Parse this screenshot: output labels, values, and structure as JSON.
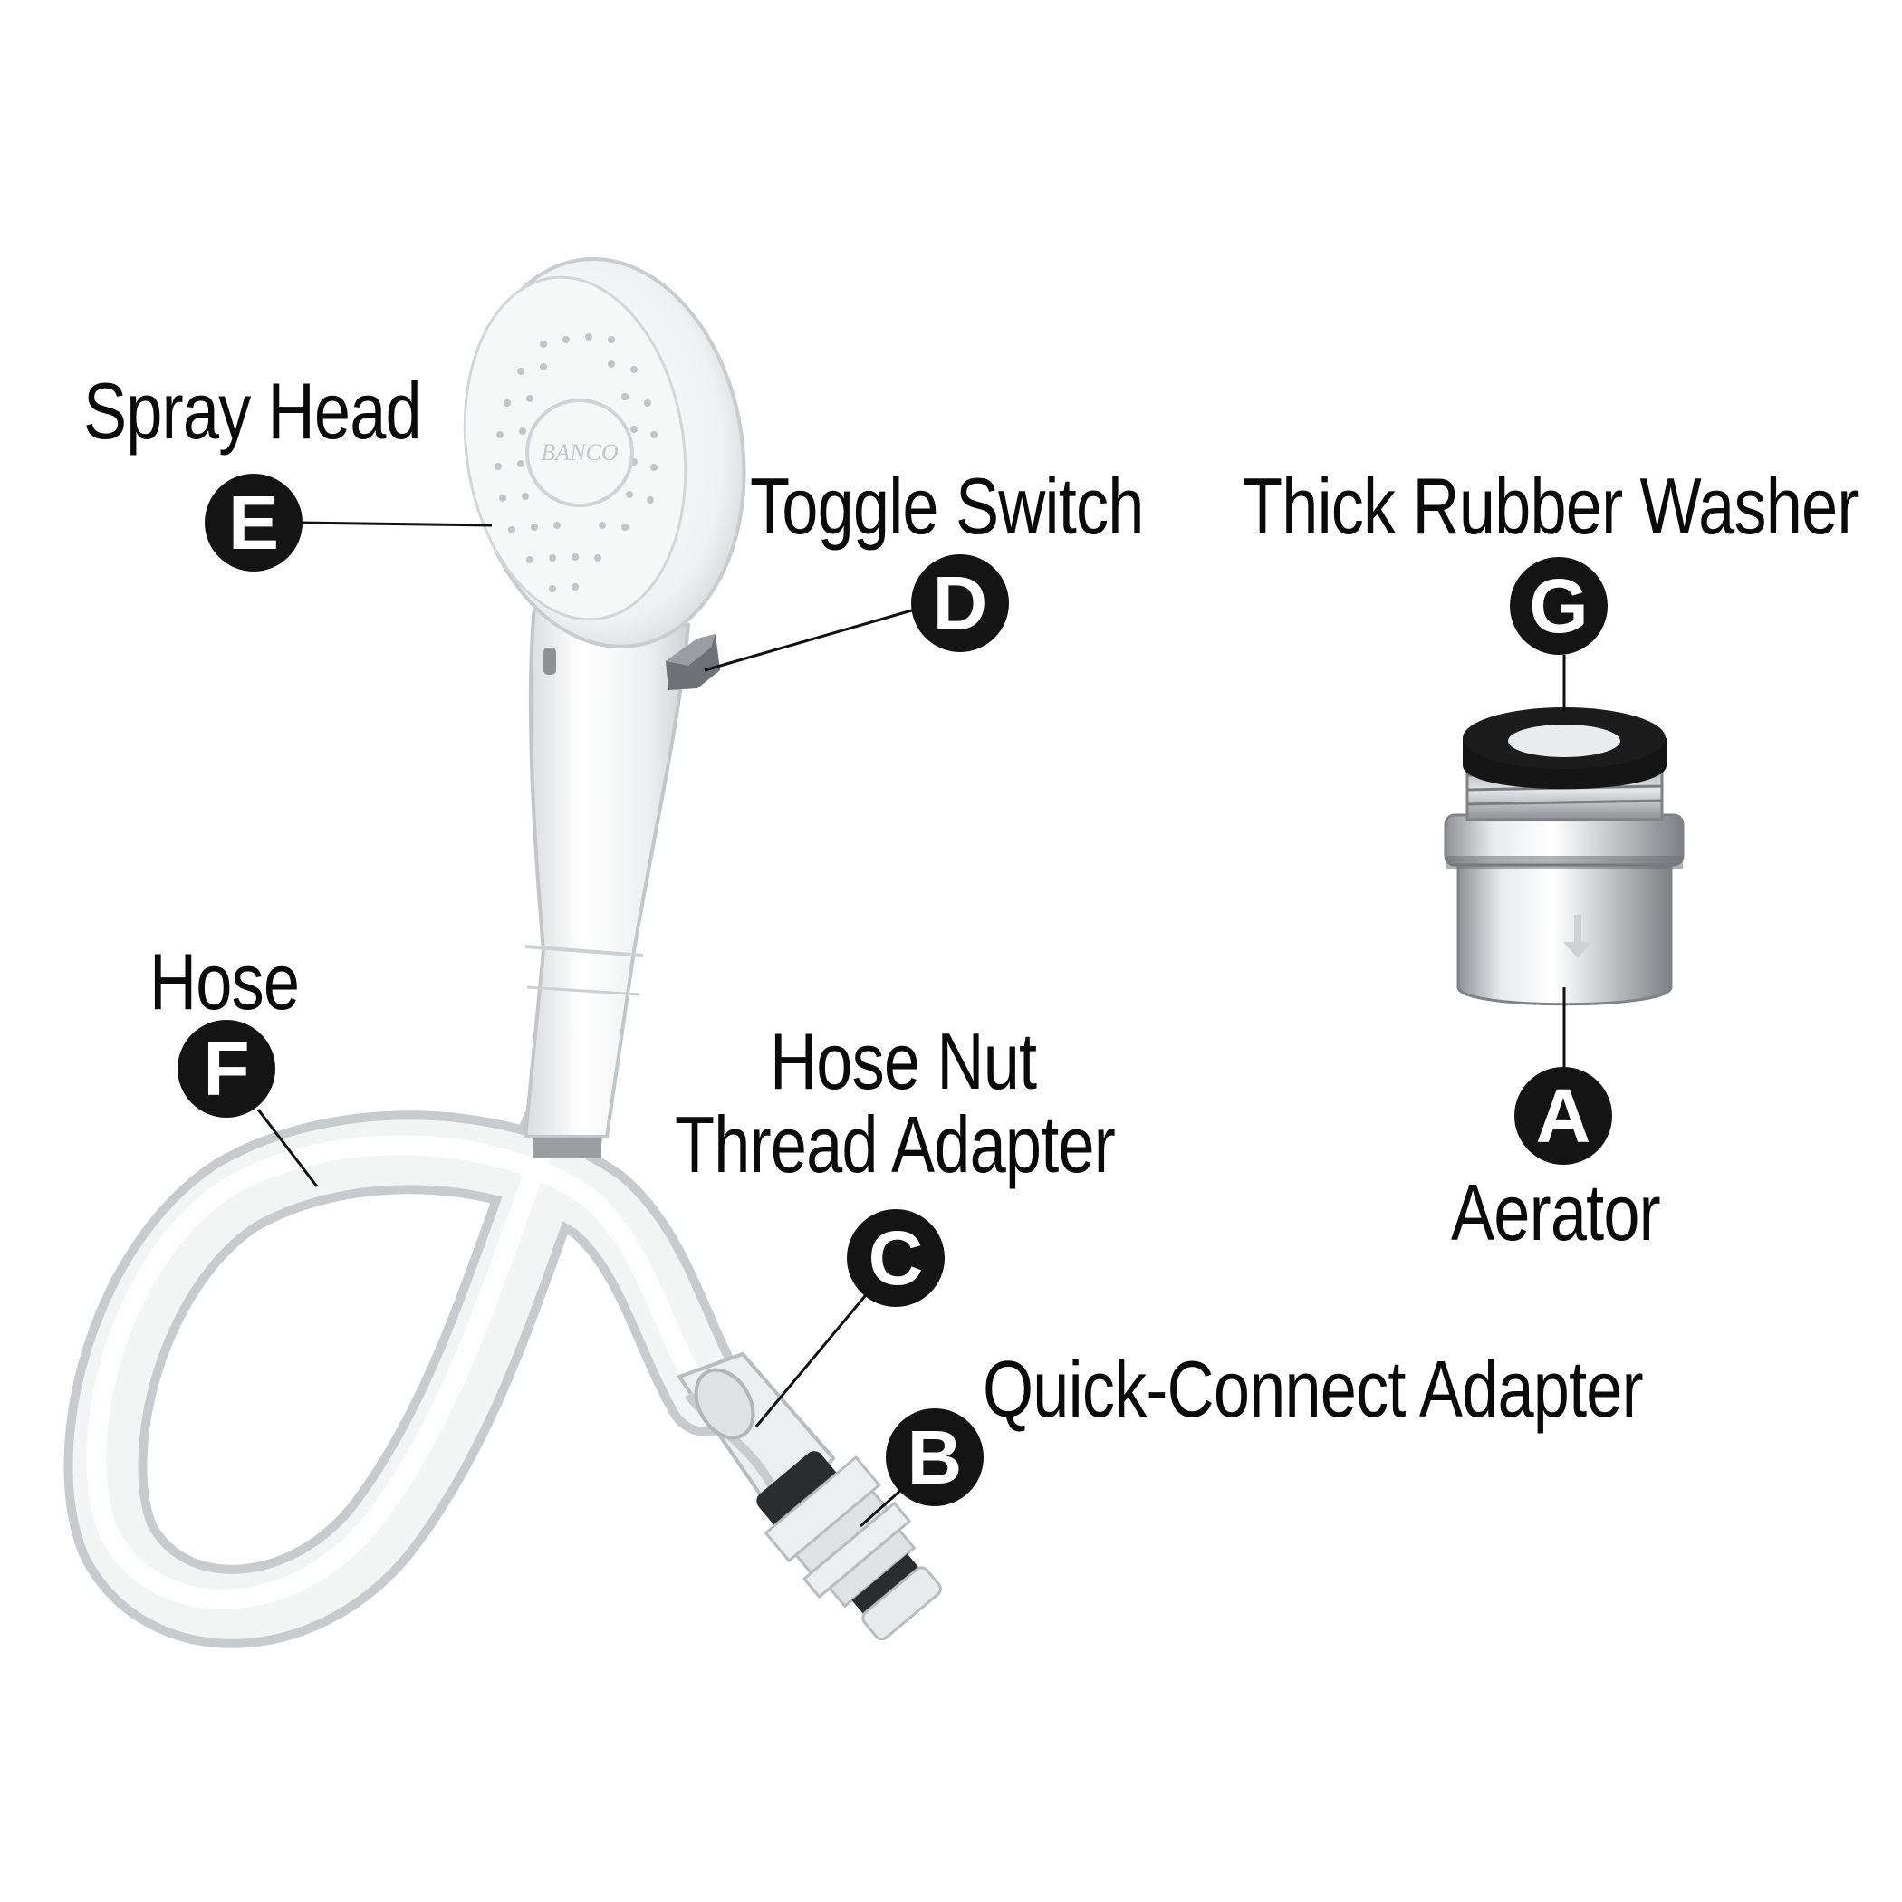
{
  "colors": {
    "background": "#ffffff",
    "text": "#0a0a0a",
    "badge_fill": "#141414",
    "badge_text": "#ffffff",
    "plastic": "#f1f2f2",
    "toggle": "#6e7276",
    "chrome": "#b9bcc0",
    "washer": "#141414"
  },
  "parts": [
    {
      "letter": "E",
      "label": "Spray Head",
      "icon": "spray-head-icon"
    },
    {
      "letter": "D",
      "label": "Toggle Switch",
      "icon": "toggle-switch-icon"
    },
    {
      "letter": "G",
      "label": "Thick Rubber Washer",
      "icon": "rubber-washer-icon"
    },
    {
      "letter": "F",
      "label": "Hose",
      "icon": "hose-icon"
    },
    {
      "letter": "C",
      "label_line1": "Hose Nut",
      "label_line2": "Thread Adapter",
      "icon": "hose-nut-icon"
    },
    {
      "letter": "A",
      "label": "Aerator",
      "icon": "aerator-icon"
    },
    {
      "letter": "B",
      "label": "Quick-Connect Adapter",
      "icon": "quick-connect-icon"
    }
  ],
  "brand_mark": "BANCO"
}
